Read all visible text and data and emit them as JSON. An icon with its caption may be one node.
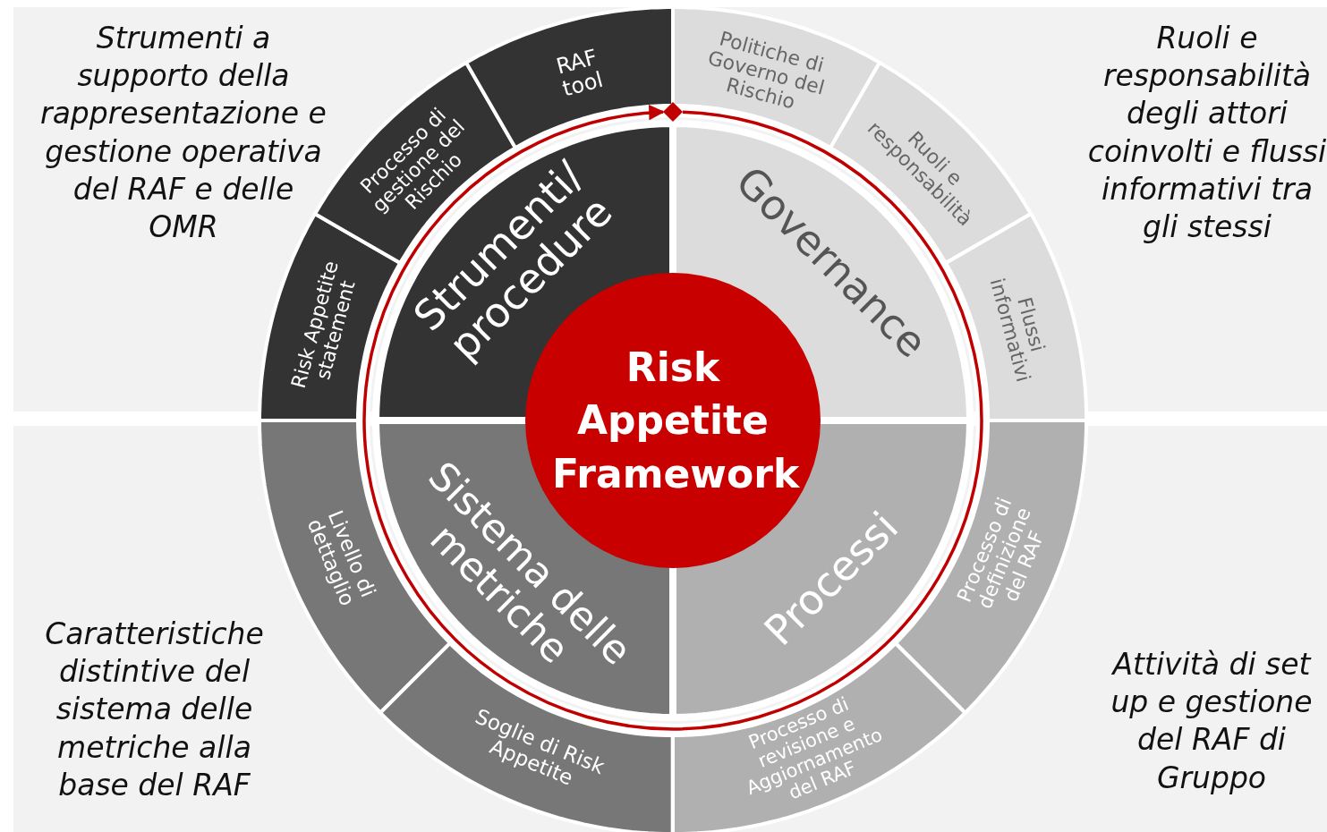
{
  "diagram": {
    "nodes": [
      {
        "text": [
          "Risk Appetite Framework"
        ]
      },
      {
        "text": [
          "Strumenti/ procedure"
        ]
      },
      {
        "text": [
          "Governance"
        ]
      },
      {
        "text": [
          "Sistema delle metriche"
        ]
      },
      {
        "text": [
          "Processi"
        ]
      },
      {
        "text": [
          "Risk Appetite statement"
        ]
      },
      {
        "text": [
          "Processo di gestione del Rischio"
        ]
      },
      {
        "text": [
          "RAF tool"
        ]
      },
      {
        "text": [
          "Politiche di Governo del Rischio"
        ]
      },
      {
        "text": [
          "Ruoli e responsabilità"
        ]
      },
      {
        "text": [
          "Flussi informativi"
        ]
      },
      {
        "text": [
          "Livello di dettaglio"
        ]
      },
      {
        "text": [
          "Soglie di Risk Appetite"
        ]
      },
      {
        "text": [
          "Processo di revisione e Aggiornamento del RAF"
        ]
      },
      {
        "text": [
          "Processo di definizione del RAF"
        ]
      },
      {
        "text": [],
        "shape": "diamond"
      }
    ],
    "edges": [
      {
        "from": 15,
        "to": 15,
        "arrow": "to"
      }
    ],
    "labels": [
      "Strumenti a supporto della rappresentazione e gestione operativa del RAF e delle OMR",
      "Ruoli e responsabilità degli attori coinvolti e flussi informativi tra gli stessi",
      "Caratteristiche distintive del sistema delle metriche alla base del RAF",
      "Attività di set up e gestione del RAF di Gruppo"
    ]
  }
}
